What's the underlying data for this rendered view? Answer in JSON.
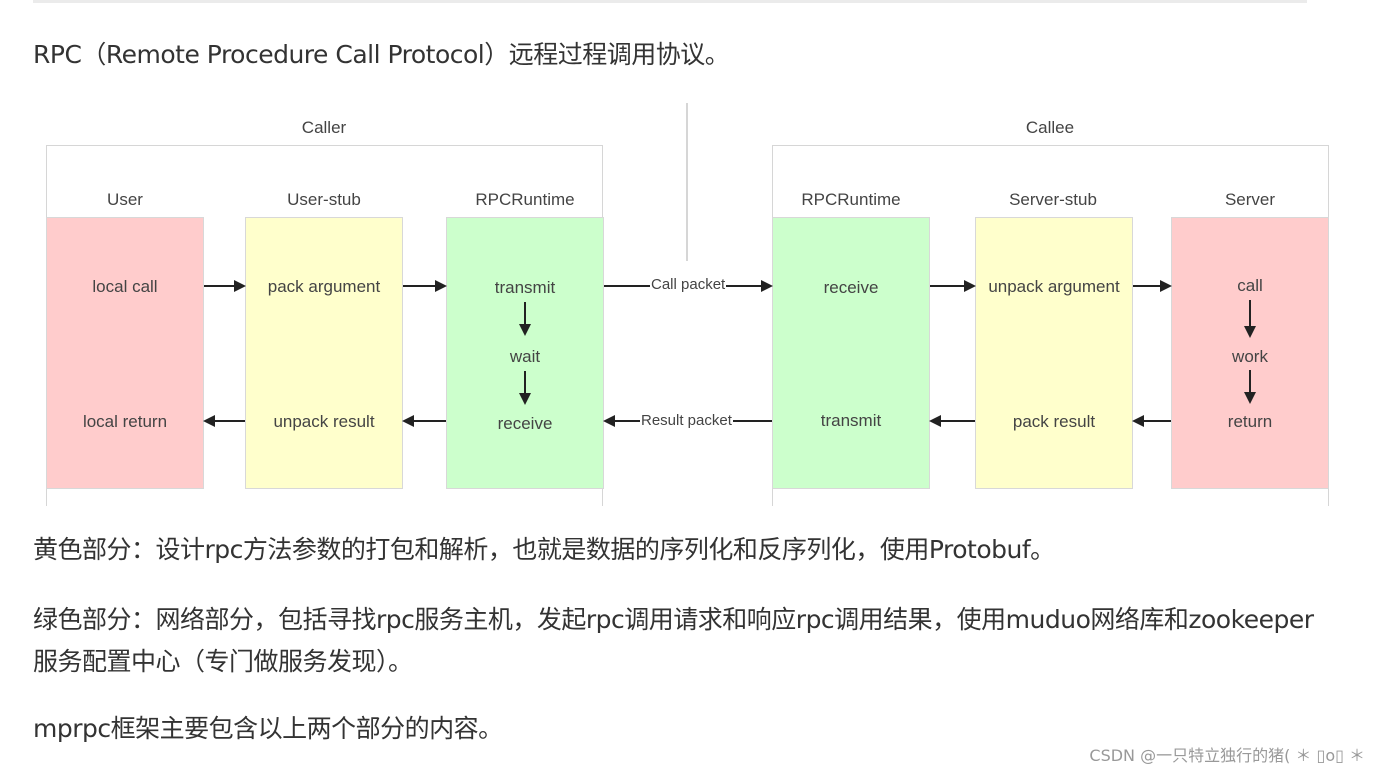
{
  "intro": "RPC（Remote Procedure Call Protocol）远程过程调用协议。",
  "diagram": {
    "caller": {
      "title": "Caller",
      "columns": [
        {
          "name": "User",
          "color": "#ffcccc",
          "top": "local call",
          "bottom": "local return"
        },
        {
          "name": "User-stub",
          "color": "#ffffcc",
          "top": "pack argument",
          "bottom": "unpack result"
        },
        {
          "name": "RPCRuntime",
          "color": "#ccffcc",
          "top": "transmit",
          "middle": "wait",
          "bottom": "receive"
        }
      ]
    },
    "callee": {
      "title": "Callee",
      "columns": [
        {
          "name": "RPCRuntime",
          "color": "#ccffcc",
          "top": "receive",
          "bottom": "transmit"
        },
        {
          "name": "Server-stub",
          "color": "#ffffcc",
          "top": "unpack argument",
          "bottom": "pack result"
        },
        {
          "name": "Server",
          "color": "#ffcccc",
          "top": "call",
          "middle": "work",
          "bottom": "return"
        }
      ]
    },
    "call_packet": "Call packet",
    "result_packet": "Result packet"
  },
  "paragraphs": {
    "yellow": "黄色部分：设计rpc方法参数的打包和解析，也就是数据的序列化和反序列化，使用Protobuf。",
    "green": "绿色部分：网络部分，包括寻找rpc服务主机，发起rpc调用请求和响应rpc调用结果，使用muduo网络库和zookeeper服务配置中心（专门做服务发现）。",
    "summary": "mprpc框架主要包含以上两个部分的内容。"
  },
  "watermark": "CSDN @一只特立独行的猪( ＊ ▯o▯ ＊"
}
